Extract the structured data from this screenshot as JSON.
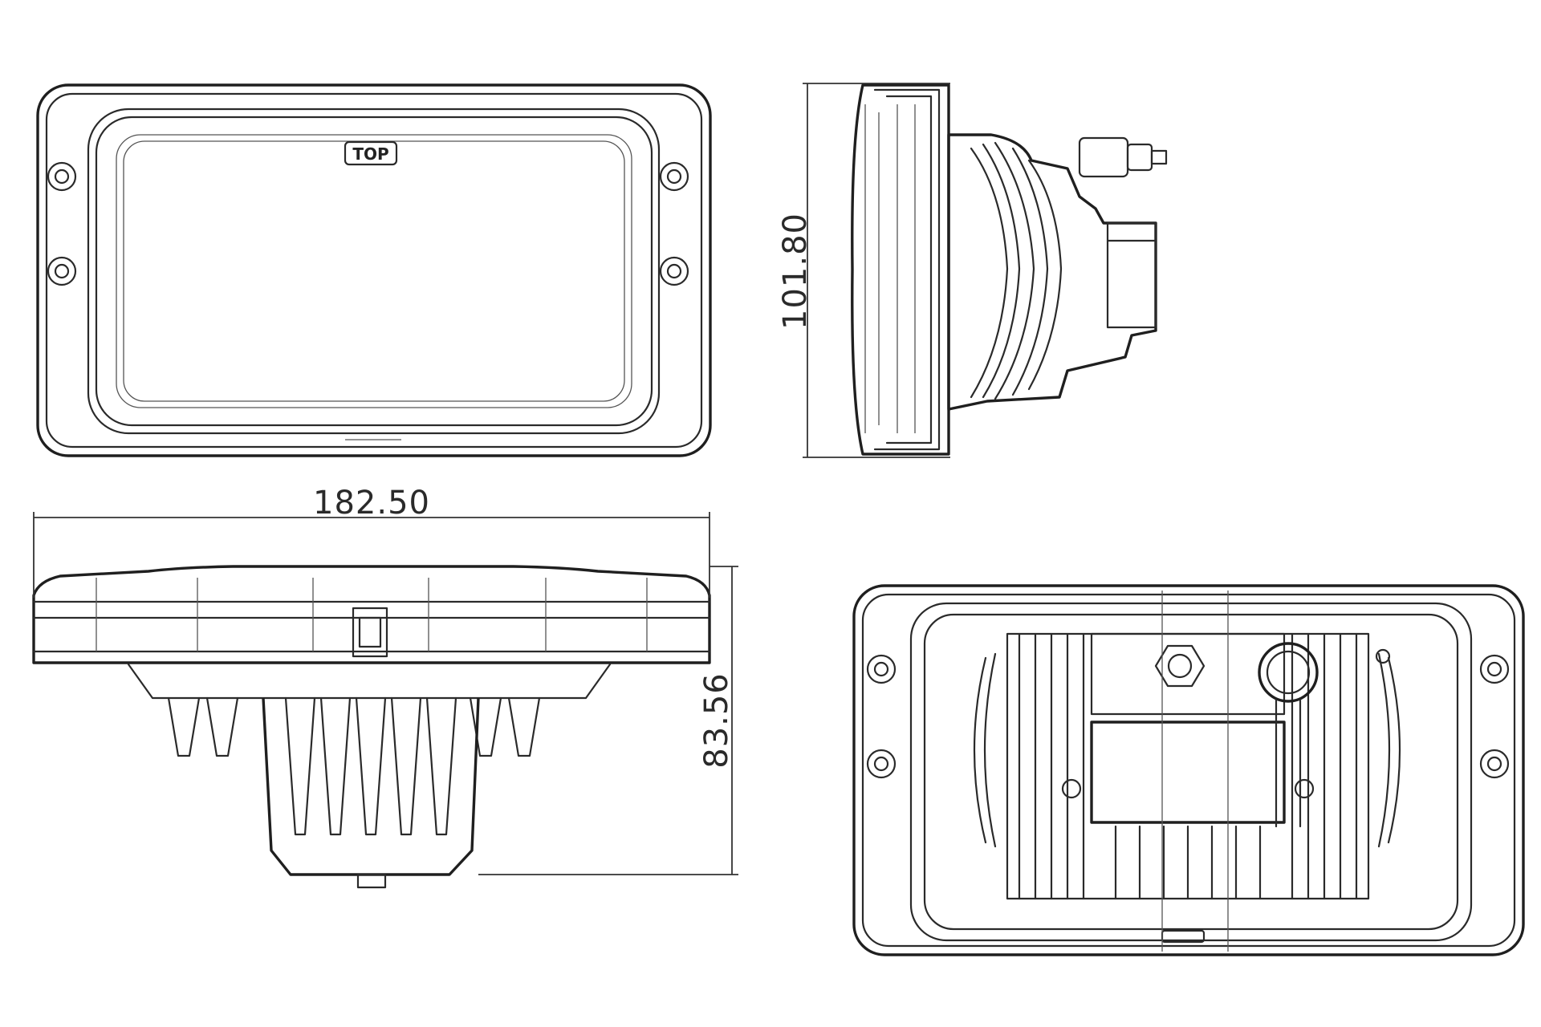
{
  "dimensions": {
    "width": "182.50",
    "height": "101.80",
    "depth": "83.56"
  },
  "labels": {
    "top_marker": "TOP"
  }
}
